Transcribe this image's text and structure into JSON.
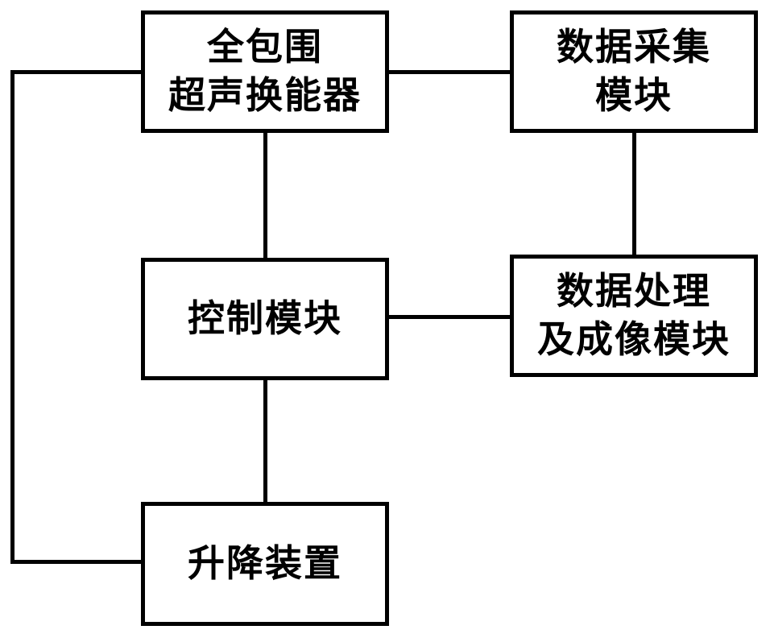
{
  "diagram": {
    "type": "block-diagram",
    "background_color": "#ffffff",
    "line_color": "#000000",
    "boxes": {
      "transducer": {
        "lines": [
          "全包围",
          "超声换能器"
        ]
      },
      "acquisition": {
        "lines": [
          "数据采集",
          "模块"
        ]
      },
      "control": {
        "lines": [
          "控制模块"
        ]
      },
      "processing": {
        "lines": [
          "数据处理",
          "及成像模块"
        ]
      },
      "lifting": {
        "lines": [
          "升降装置"
        ]
      }
    },
    "edges": [
      {
        "from": "transducer",
        "to": "acquisition"
      },
      {
        "from": "transducer",
        "to": "control"
      },
      {
        "from": "acquisition",
        "to": "processing"
      },
      {
        "from": "control",
        "to": "processing"
      },
      {
        "from": "control",
        "to": "lifting"
      },
      {
        "from": "transducer",
        "to": "lifting"
      }
    ]
  }
}
